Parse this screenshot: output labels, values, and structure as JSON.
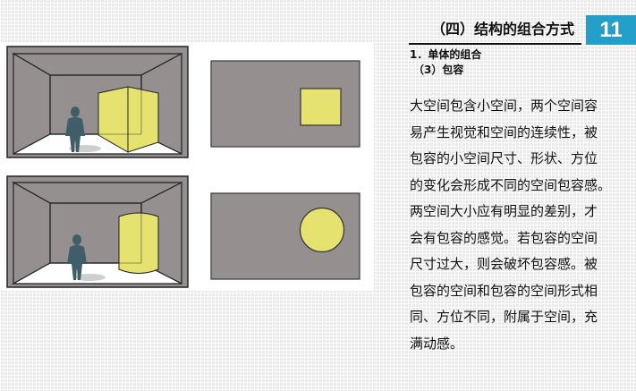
{
  "header": {
    "title": "（四）结构的组合方式",
    "page_number": "11",
    "badge_color": "#239fc9"
  },
  "section": {
    "heading": "1．单体的组合",
    "subheading": "（3）包容"
  },
  "body": {
    "lines": [
      "大空间包含小空间，两个空间容",
      "易产生视觉和空间的连续性，被",
      "包容的小空间尺寸、形状、方位",
      "的变化会形成不同的空间包容感。",
      "两空间大小应有明显的差别，才",
      "会有包容的感觉。若包容的空间",
      "尺寸过大，则会破坏包容感。被",
      "包容的空间和包容的空间形式相",
      "同、方位不同，附属于空间，充",
      "满动感。"
    ]
  },
  "illustrations": {
    "colors": {
      "wall": "#968f8f",
      "contained": "#e5e270",
      "figure": "#3f5e69",
      "outline": "#222222"
    },
    "items": [
      {
        "name": "room-perspective-rotated-prism",
        "shape": "prism"
      },
      {
        "name": "plan-square-in-rectangle",
        "shape": "square"
      },
      {
        "name": "room-perspective-cylinder",
        "shape": "cylinder"
      },
      {
        "name": "plan-circle-in-rectangle",
        "shape": "circle"
      }
    ]
  }
}
